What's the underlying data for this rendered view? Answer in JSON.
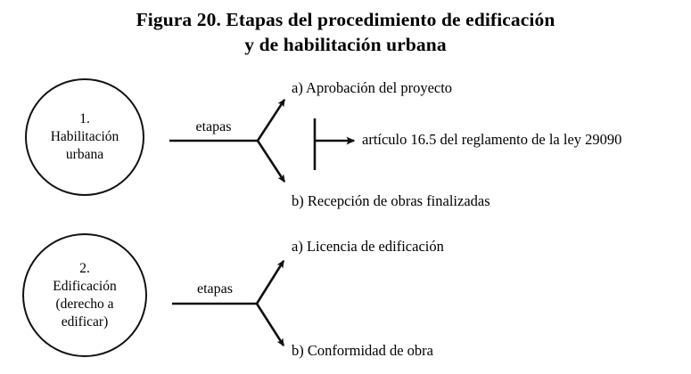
{
  "figure": {
    "title_lines": [
      "Figura 20. Etapas del procedimiento de edificación",
      "y de habilitación urbana"
    ],
    "background_color": "#ffffff",
    "ink_color": "#111111"
  },
  "nodes": [
    {
      "id": "habilitacion-urbana",
      "shape": "circle",
      "lines": [
        "1.",
        "Habilitación",
        "urbana"
      ]
    },
    {
      "id": "edificacion",
      "shape": "circle",
      "lines": [
        "2.",
        "Edificación",
        "(derecho a",
        "edificar)"
      ]
    }
  ],
  "edges": [
    {
      "id": "etapas-1",
      "label": "etapas"
    },
    {
      "id": "etapas-2",
      "label": "etapas"
    }
  ],
  "branches": {
    "group1": [
      {
        "id": "1a",
        "label": "a) Aprobación del proyecto"
      },
      {
        "id": "1b",
        "label": "b) Recepción de obras finalizadas"
      }
    ],
    "group2": [
      {
        "id": "2a",
        "label": "a) Licencia de edificación"
      },
      {
        "id": "2b",
        "label": "b) Conformidad de obra"
      }
    ]
  },
  "annotation": {
    "id": "articulo-reference",
    "label": "artículo 16.5 del reglamento de la ley 29090"
  },
  "chart_data": {
    "type": "diagram",
    "title": "Figura 20. Etapas del procedimiento de edificación y de habilitación urbana",
    "structure": "two independent fan-out trees; each circular node splits via an 'etapas' edge into branches a) and b); a vertical bracket spanning both branches of group 1 points to a legal reference",
    "groups": [
      {
        "source": "1. Habilitación urbana",
        "edge_label": "etapas",
        "targets": [
          "a) Aprobación del proyecto",
          "b) Recepción de obras finalizadas"
        ],
        "bracket_annotation": "artículo 16.5 del reglamento de la ley 29090"
      },
      {
        "source": "2. Edificación (derecho a edificar)",
        "edge_label": "etapas",
        "targets": [
          "a) Licencia de edificación",
          "b) Conformidad de obra"
        ],
        "bracket_annotation": null
      }
    ]
  }
}
